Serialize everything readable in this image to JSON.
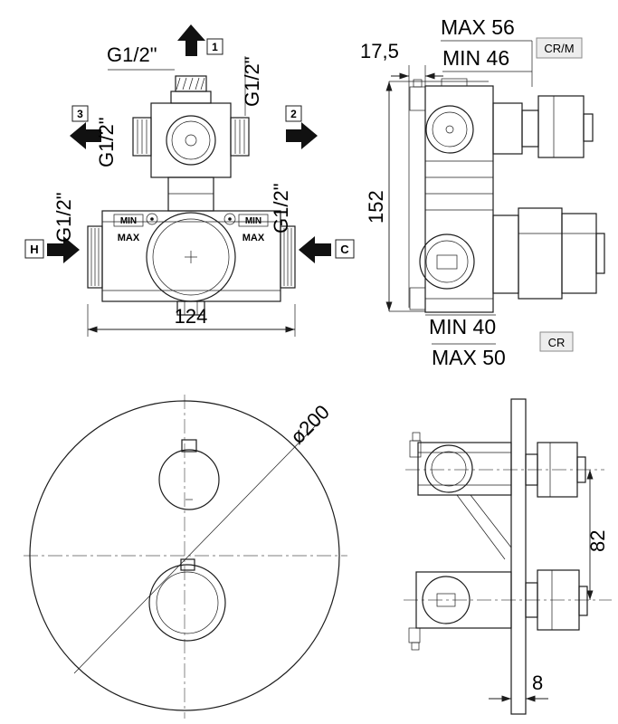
{
  "drawing": {
    "background": "#ffffff",
    "line_color": "#1c1c1c",
    "finish_box_color": "#ededed"
  },
  "labels": {
    "g12": "G1/2\"",
    "port1": "1",
    "port2": "2",
    "port3": "3",
    "hot": "H",
    "cold": "C",
    "min": "MIN",
    "max": "MAX",
    "width": "124",
    "max_depth_top": "MAX 56",
    "min_depth_top": "MIN 46",
    "plaster_depth": "17,5",
    "height": "152",
    "finish_top": "CR/M",
    "min_depth_bottom": "MIN 40",
    "max_depth_bottom": "MAX 50",
    "finish_bottom": "CR",
    "plate_diameter": "ø200",
    "handle_distance": "82",
    "plate_thickness": "8"
  }
}
